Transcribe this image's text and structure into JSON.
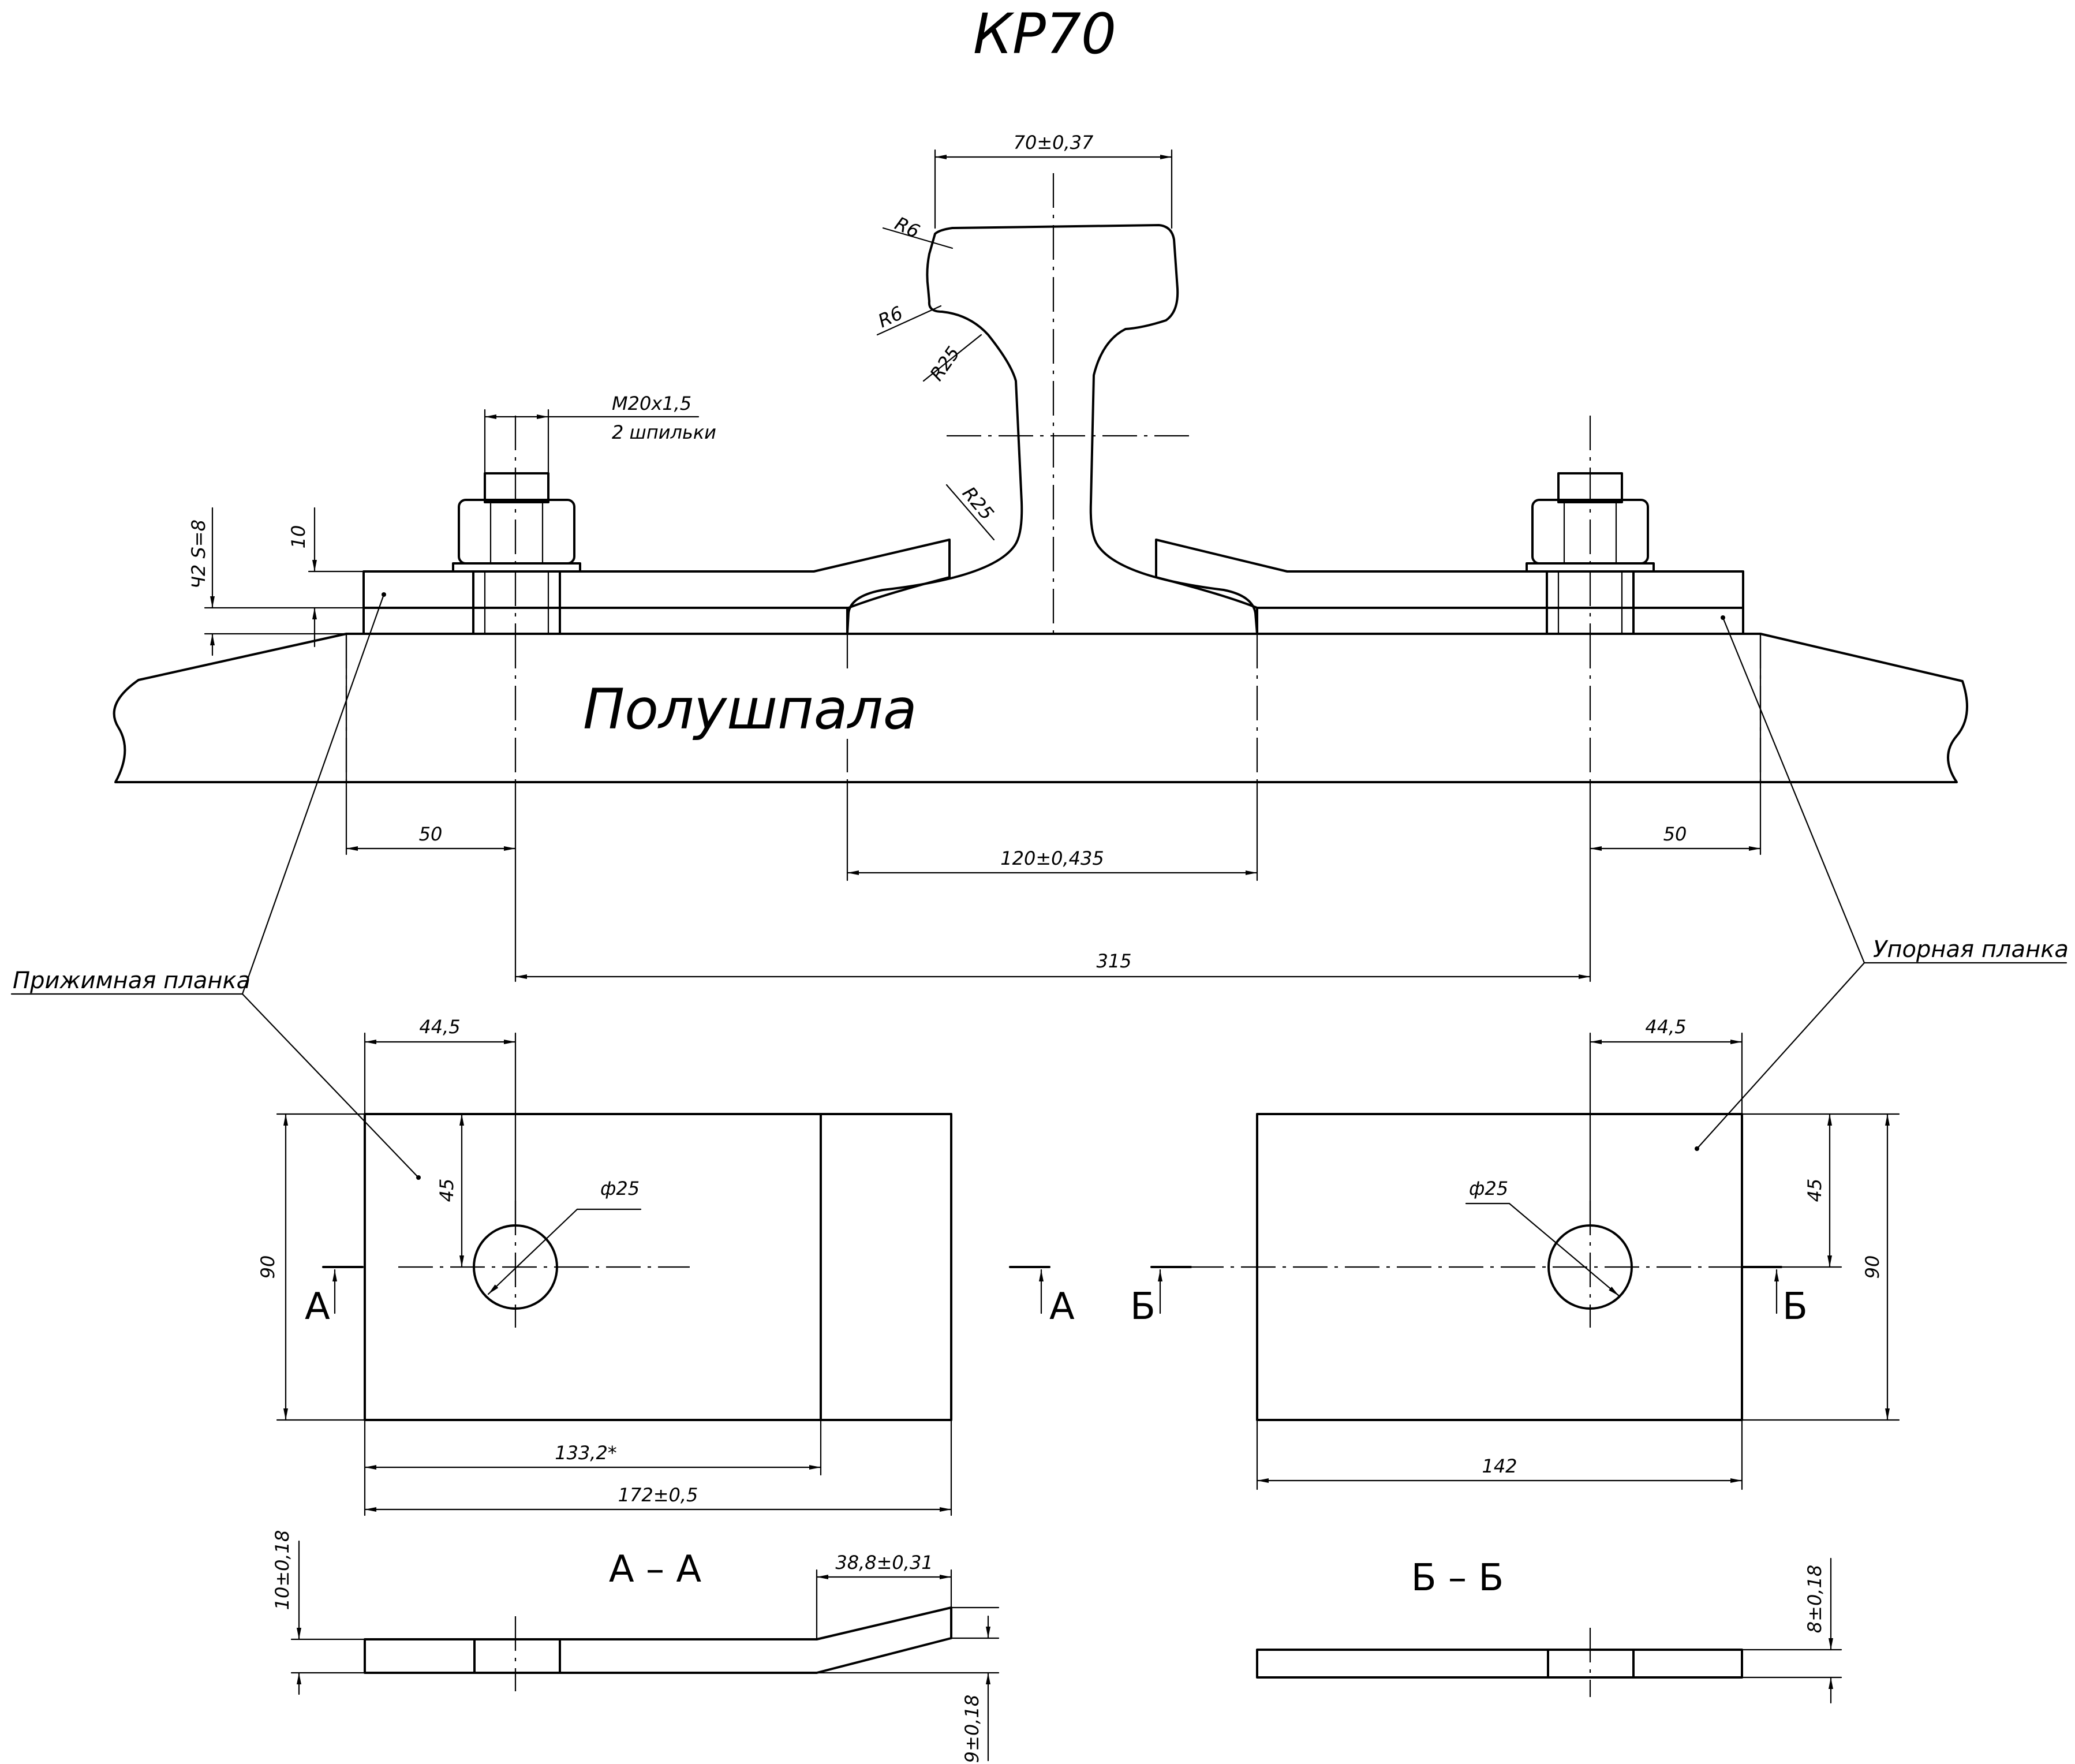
{
  "title": "КР70",
  "sleeper_label": "Полушпала",
  "callouts": {
    "clamp_plate": "Прижимная планка",
    "stop_plate": "Упорная планка"
  },
  "rail": {
    "head_width": "70±0,37",
    "radius_r6_top": "R6",
    "radius_r6_bottom": "R6",
    "radius_r25_upper": "R25",
    "radius_r25_lower": "R25"
  },
  "fastener": {
    "thread": "M20x1,5",
    "qty": "2 шпильки",
    "plate_thickness": "10",
    "stop_plate_grade": "Ч2 S=8"
  },
  "dims": {
    "left_offset": "50",
    "right_offset": "50",
    "base_width": "120±0,435",
    "stud_spacing": "315"
  },
  "clamp_plan": {
    "hole_offset": "44,5",
    "half_width": "45",
    "hole_dia": "ф25",
    "width": "90",
    "inner_length": "133,2*",
    "length": "172±0,5",
    "section_mark": "А"
  },
  "stop_plan": {
    "hole_offset": "44,5",
    "half_width": "45",
    "hole_dia": "ф25",
    "width": "90",
    "length": "142",
    "section_mark": "Б"
  },
  "section_aa": {
    "title": "А – А",
    "thickness": "10±0,18",
    "bevel_length": "38,8±0,31",
    "tip_thickness": "9±0,18"
  },
  "section_bb": {
    "title": "Б – Б",
    "thickness": "8±0,18"
  }
}
